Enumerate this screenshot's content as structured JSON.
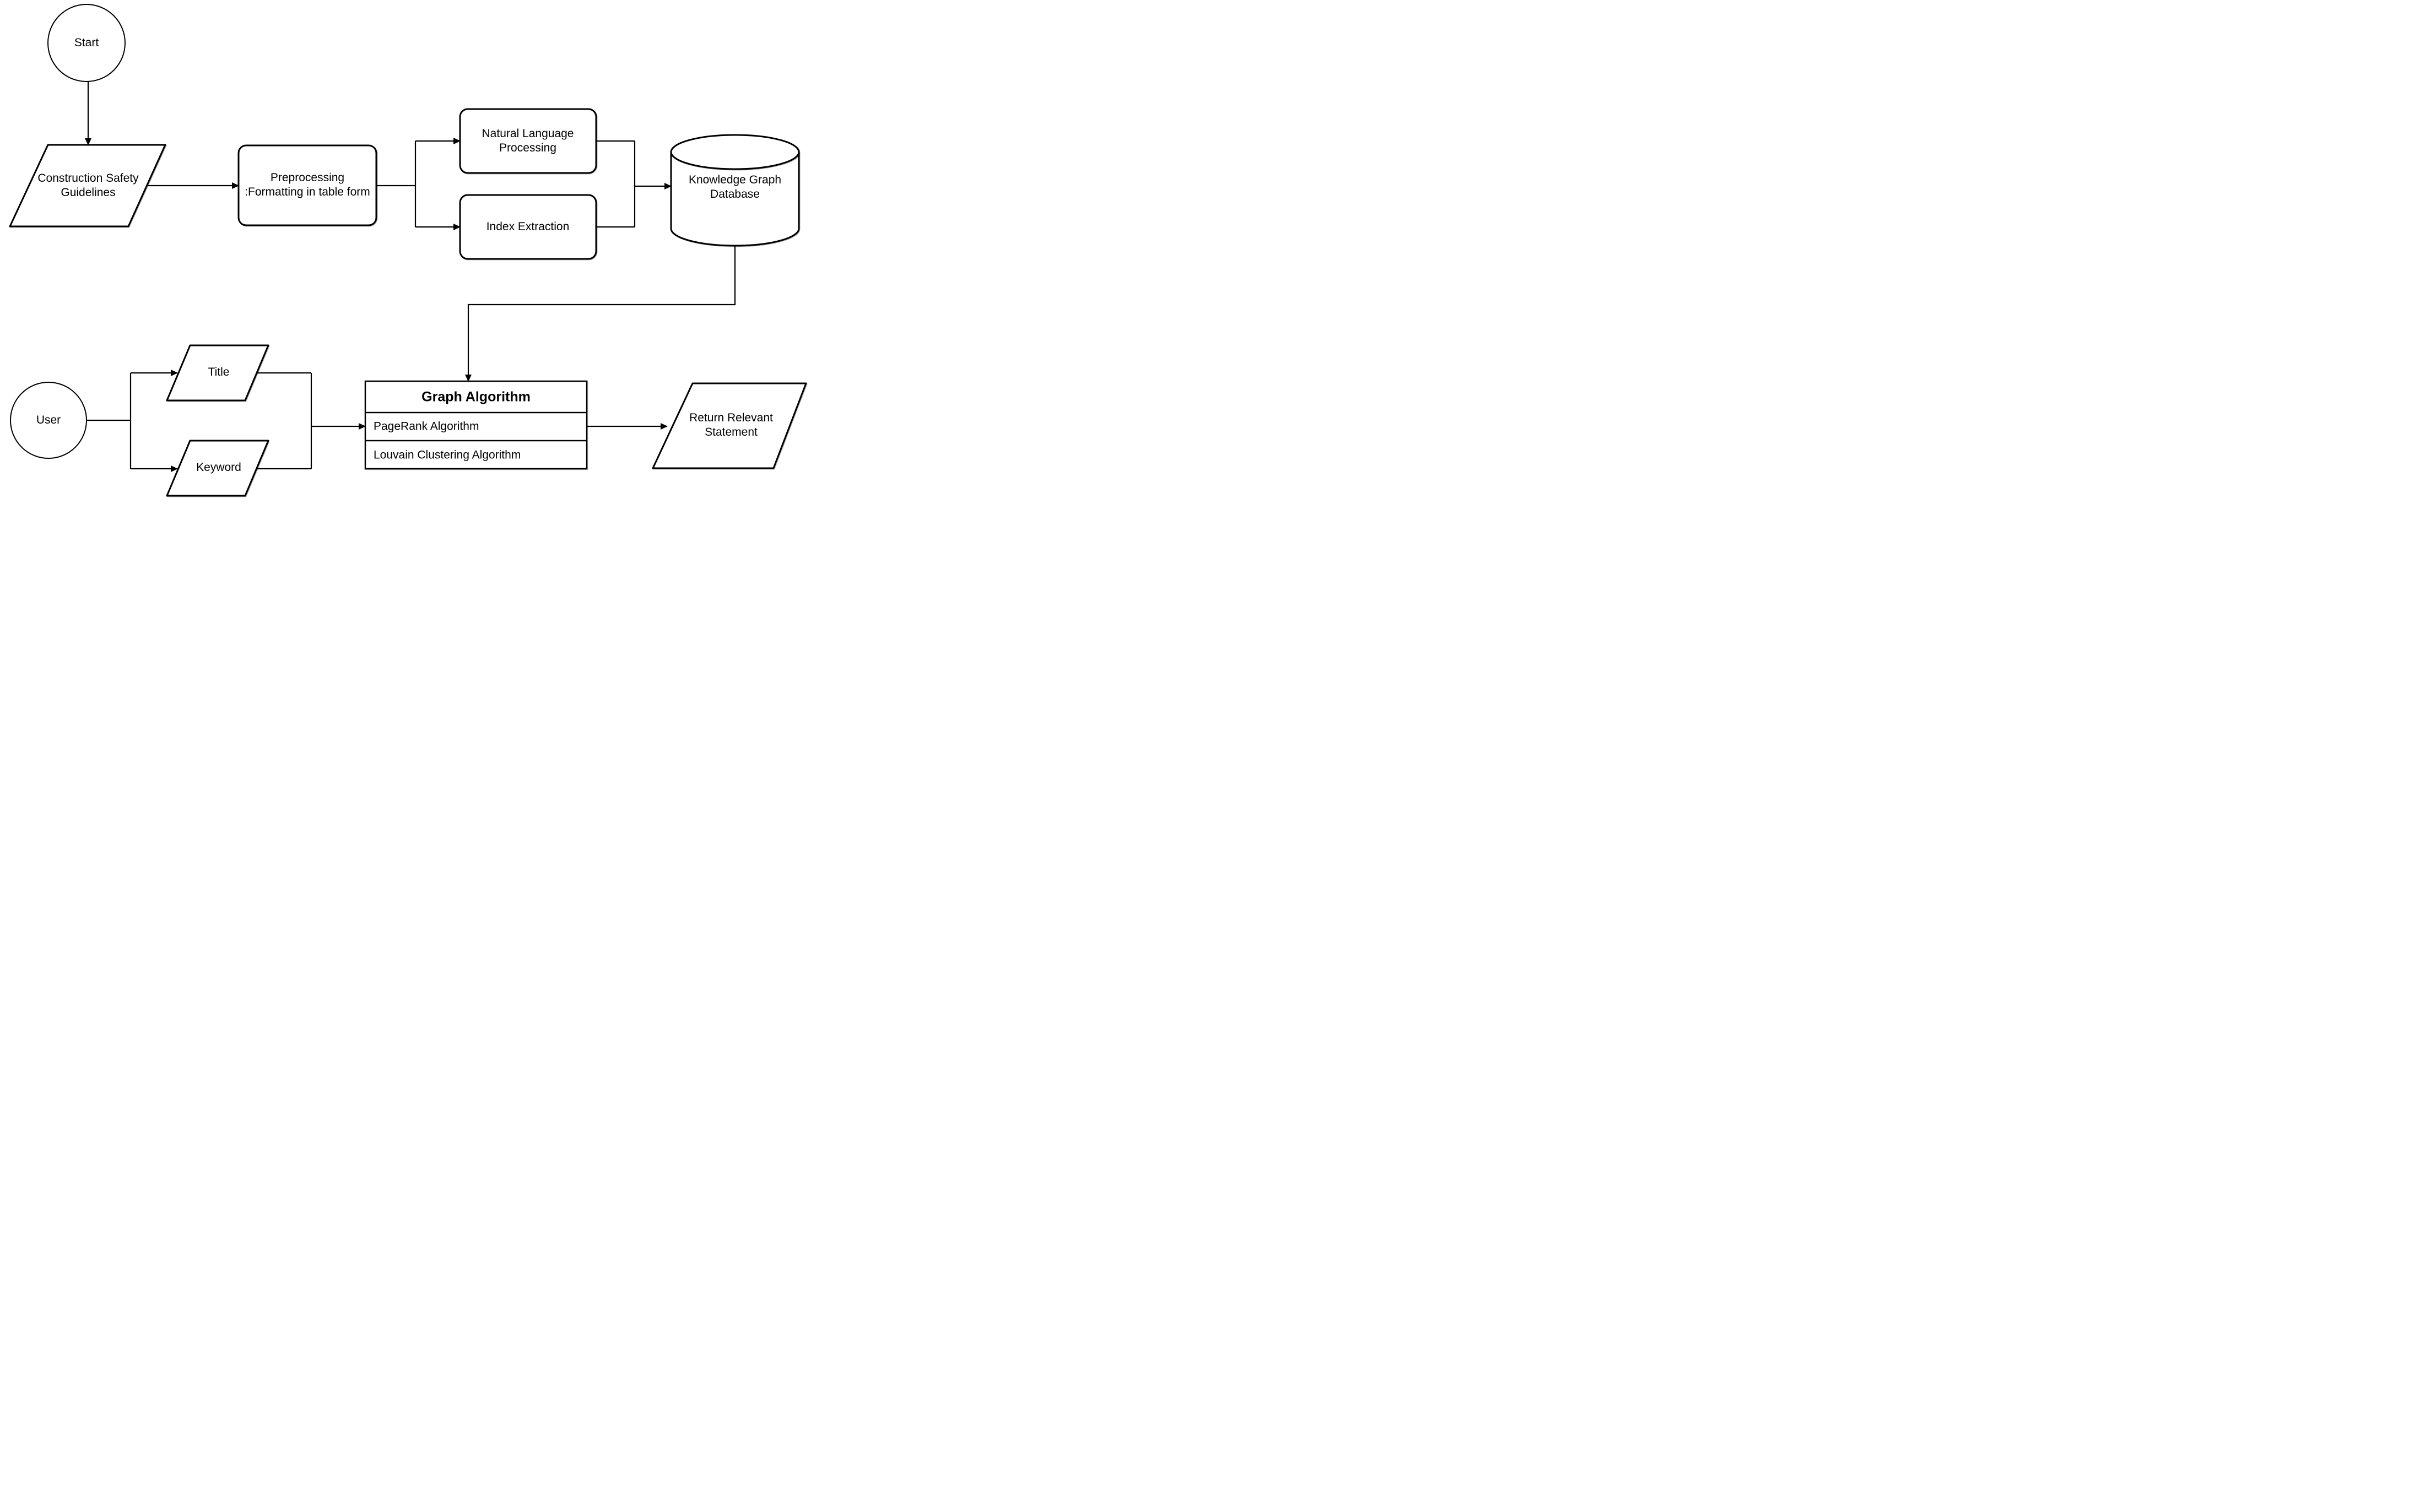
{
  "diagram": {
    "background_color": "#ffffff",
    "shape_fill_color": "#ffffff",
    "line_color": "#000000",
    "nodes": {
      "start": {
        "label": "Start",
        "shape": "circle"
      },
      "construction_safety_guidelines": {
        "label": "Construction Safety\nGuidelines",
        "shape": "parallelogram"
      },
      "preprocessing": {
        "label": "Preprocessing\n:Formatting in table form",
        "shape": "rounded-rectangle"
      },
      "natural_language_processing": {
        "label": "Natural Language\nProcessing",
        "shape": "rounded-rectangle"
      },
      "index_extraction": {
        "label": "Index Extraction",
        "shape": "rounded-rectangle"
      },
      "knowledge_graph_database": {
        "label": "Knowledge Graph\nDatabase",
        "shape": "cylinder"
      },
      "graph_algorithm": {
        "header": "Graph Algorithm",
        "rows": [
          "PageRank Algorithm",
          "Louvain Clustering Algorithm"
        ],
        "shape": "table"
      },
      "user": {
        "label": "User",
        "shape": "circle"
      },
      "title": {
        "label": "Title",
        "shape": "parallelogram"
      },
      "keyword": {
        "label": "Keyword",
        "shape": "parallelogram"
      },
      "return_relevant_statement": {
        "label": "Return Relevant\nStatement",
        "shape": "parallelogram"
      }
    },
    "edges": [
      {
        "from": "start",
        "to": "construction_safety_guidelines"
      },
      {
        "from": "construction_safety_guidelines",
        "to": "preprocessing"
      },
      {
        "from": "preprocessing",
        "to": "natural_language_processing"
      },
      {
        "from": "preprocessing",
        "to": "index_extraction"
      },
      {
        "from": "natural_language_processing",
        "to": "knowledge_graph_database"
      },
      {
        "from": "index_extraction",
        "to": "knowledge_graph_database"
      },
      {
        "from": "knowledge_graph_database",
        "to": "graph_algorithm"
      },
      {
        "from": "user",
        "to": "title"
      },
      {
        "from": "user",
        "to": "keyword"
      },
      {
        "from": "title",
        "to": "graph_algorithm"
      },
      {
        "from": "keyword",
        "to": "graph_algorithm"
      },
      {
        "from": "graph_algorithm",
        "to": "return_relevant_statement"
      }
    ]
  }
}
